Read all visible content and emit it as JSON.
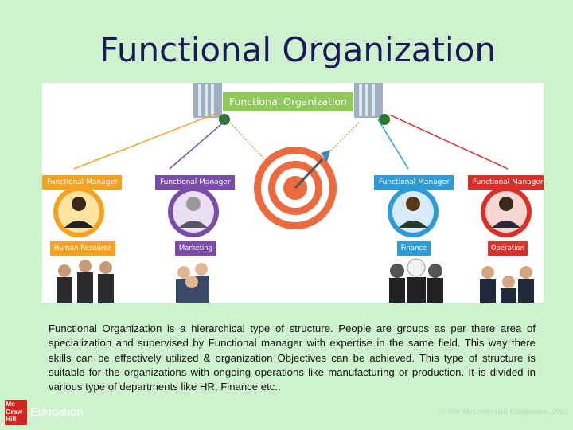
{
  "slide": {
    "title": "Functional Organization",
    "paragraph": "Functional Organization is a hierarchical type of structure. People are groups as per there area of specialization and supervised by Functional manager with expertise in the same field. This way there skills can be effectively utilized & organization Objectives can be achieved. This type of structure is suitable for the organizations with ongoing operations like manufacturing or production. It is divided in various type of departments like HR, Finance etc.."
  },
  "diagram": {
    "root_label": "Functional Organization",
    "branches": [
      {
        "manager": "Functional Manager",
        "department": "Human Resource",
        "color": "#f4a21f"
      },
      {
        "manager": "Functional Manager",
        "department": "Marketing",
        "color": "#7a4ca8"
      },
      {
        "manager": "Functional Manager",
        "department": "Finance",
        "color": "#2d9bd8"
      },
      {
        "manager": "Functional Manager",
        "department": "Operation",
        "color": "#d9302a"
      }
    ],
    "root_color": "#8fc95a",
    "icons": [
      "building-icon",
      "target-icon",
      "manager-icon",
      "team-icon"
    ]
  },
  "footer": {
    "logo_text": "Mc Graw Hill",
    "brand": "Education",
    "copyright": "© The McGraw-Hill Companies, 2005"
  }
}
